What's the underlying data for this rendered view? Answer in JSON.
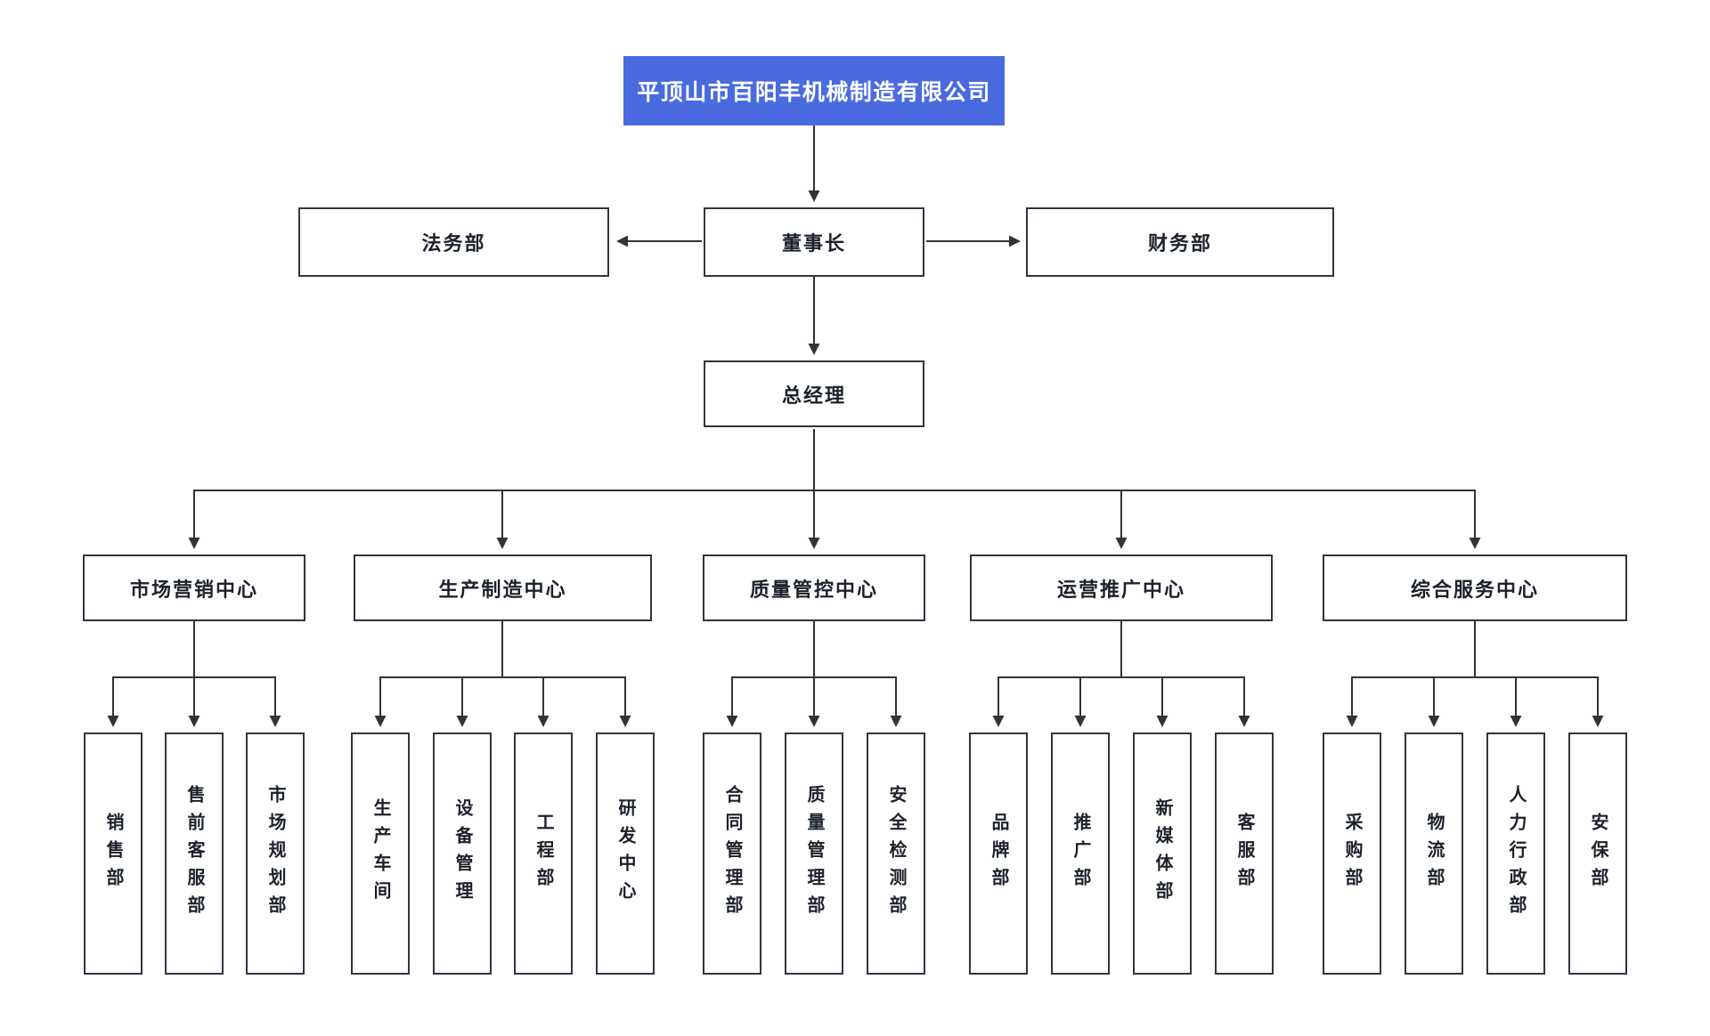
{
  "company": {
    "name": "平顶山市百阳丰机械制造有限公司"
  },
  "executives": {
    "chairman": "董事长",
    "legal": "法务部",
    "finance": "财务部",
    "general_manager": "总经理"
  },
  "centers": [
    {
      "label": "市场营销中心",
      "departments": [
        "销售部",
        "售前客服部",
        "市场规划部"
      ]
    },
    {
      "label": "生产制造中心",
      "departments": [
        "生产车间",
        "设备管理",
        "工程部",
        "研发中心"
      ]
    },
    {
      "label": "质量管控中心",
      "departments": [
        "合同管理部",
        "质量管理部",
        "安全检测部"
      ]
    },
    {
      "label": "运营推广中心",
      "departments": [
        "品牌部",
        "推广部",
        "新媒体部",
        "客服部"
      ]
    },
    {
      "label": "综合服务中心",
      "departments": [
        "采购部",
        "物流部",
        "人力行政部",
        "安保部"
      ]
    }
  ],
  "colors": {
    "root_background": "#4a6be0",
    "root_text": "#ffffff",
    "box_background": "#ffffff",
    "box_border": "#2f3640",
    "connector": "#333333",
    "label_text": "#1c212b"
  }
}
